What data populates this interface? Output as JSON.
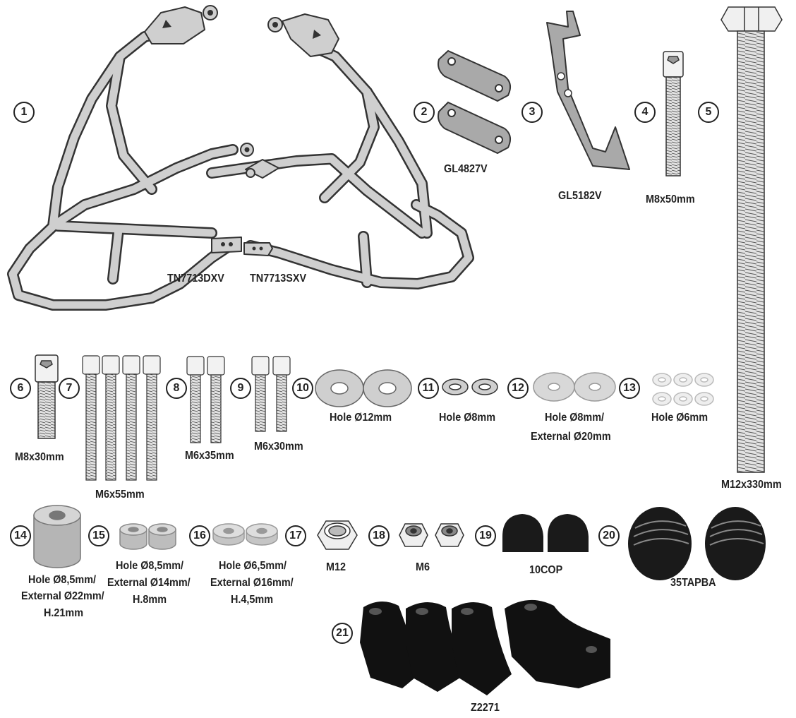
{
  "callouts": [
    "1",
    "2",
    "3",
    "4",
    "5",
    "6",
    "7",
    "8",
    "9",
    "10",
    "11",
    "12",
    "13",
    "14",
    "15",
    "16",
    "17",
    "18",
    "19",
    "20",
    "21"
  ],
  "labels": {
    "tn7713dxv": "TN7713DXV",
    "tn7713sxv": "TN7713SXV",
    "gl4827v": "GL4827V",
    "gl5182v": "GL5182V",
    "m8x50": "M8x50mm",
    "m12x330": "M12x330mm",
    "m8x30": "M8x30mm",
    "m6x55": "M6x55mm",
    "m6x35": "M6x35mm",
    "m6x30": "M6x30mm",
    "hole12": "Hole Ø12mm",
    "hole8": "Hole Ø8mm",
    "hole8ext20_1": "Hole Ø8mm/",
    "hole8ext20_2": "External Ø20mm",
    "hole6": "Hole Ø6mm",
    "sp14_1": "Hole Ø8,5mm/",
    "sp14_2": "External Ø22mm/",
    "sp14_3": "H.21mm",
    "sp15_1": "Hole Ø8,5mm/",
    "sp15_2": "External Ø14mm/",
    "sp15_3": "H.8mm",
    "sp16_1": "Hole Ø6,5mm/",
    "sp16_2": "External Ø16mm/",
    "sp16_3": "H.4,5mm",
    "m12": "M12",
    "m6": "M6",
    "cop": "10COP",
    "tapba": "35TAPBA",
    "z2271": "Z2271"
  },
  "colors": {
    "part_gray": "#c8c8c8",
    "outline": "#333333",
    "black_part": "#1a1a1a"
  }
}
